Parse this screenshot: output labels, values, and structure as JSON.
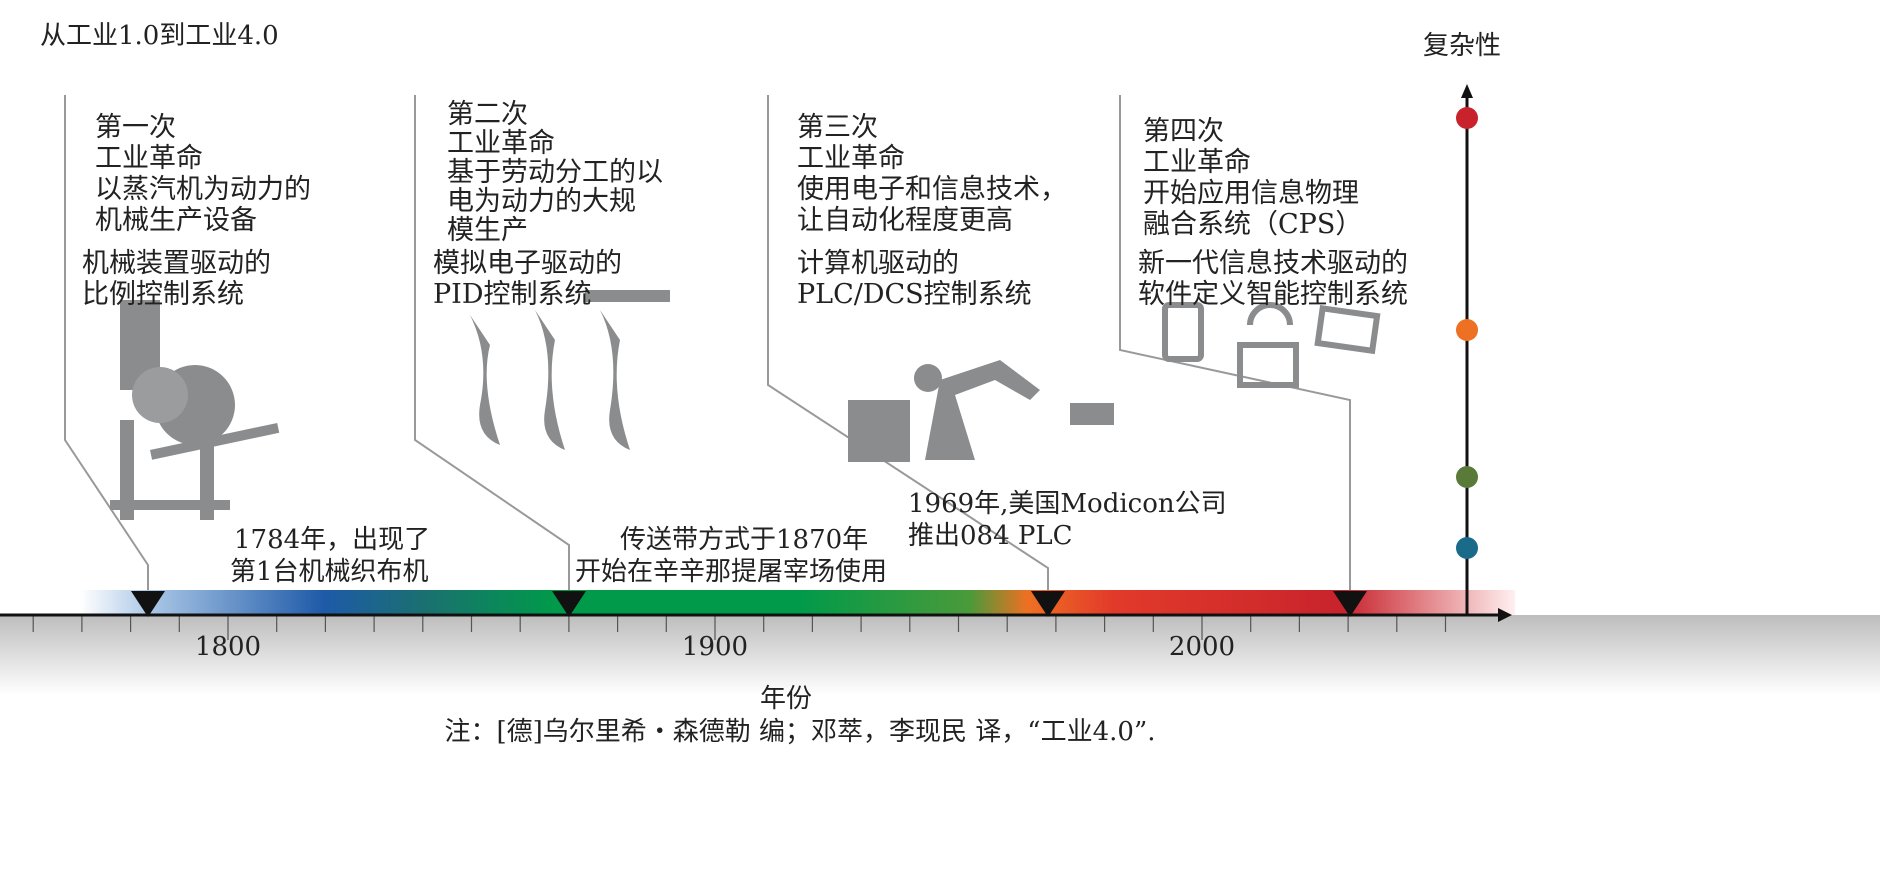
{
  "title": "从工业1.0到工业4.0",
  "complexity_label": "复杂性",
  "revolutions": [
    {
      "lines": [
        "第一次",
        "工业革命",
        "以蒸汽机为动力的",
        "机械生产设备"
      ],
      "control": [
        "机械装置驱动的",
        "比例控制系统"
      ]
    },
    {
      "lines": [
        "第二次",
        "工业革命",
        "基于劳动分工的以",
        "电为动力的大规",
        "模生产"
      ],
      "control": [
        "模拟电子驱动的",
        "PID控制系统"
      ]
    },
    {
      "lines": [
        "第三次",
        "工业革命",
        "使用电子和信息技术，",
        "让自动化程度更高"
      ],
      "control": [
        "计算机驱动的",
        "PLC/DCS控制系统"
      ]
    },
    {
      "lines": [
        "第四次",
        "工业革命",
        "开始应用信息物理",
        "融合系统（CPS）"
      ],
      "control": [
        "新一代信息技术驱动的",
        "软件定义智能控制系统"
      ]
    }
  ],
  "events": [
    {
      "lines": [
        "1784年，出现了",
        "第1台机械织布机"
      ]
    },
    {
      "lines": [
        "传送带方式于1870年",
        "开始在辛辛那提屠宰场使用"
      ]
    },
    {
      "lines": [
        "1969年,美国Modicon公司",
        "推出084 PLC"
      ]
    }
  ],
  "axis": {
    "ticks": [
      "1800",
      "1900",
      "2000"
    ],
    "xlabel": "年份"
  },
  "note": "注：[德]乌尔里希・森德勒 编；邓萃，李现民 译，“工业4.0”.",
  "colors": {
    "red": "#c8232c",
    "orange": "#ee7023",
    "green": "#5a7a3a",
    "teal": "#1a6a8a",
    "bar_blue": "#1e5aa8",
    "bar_green": "#009a4a"
  }
}
